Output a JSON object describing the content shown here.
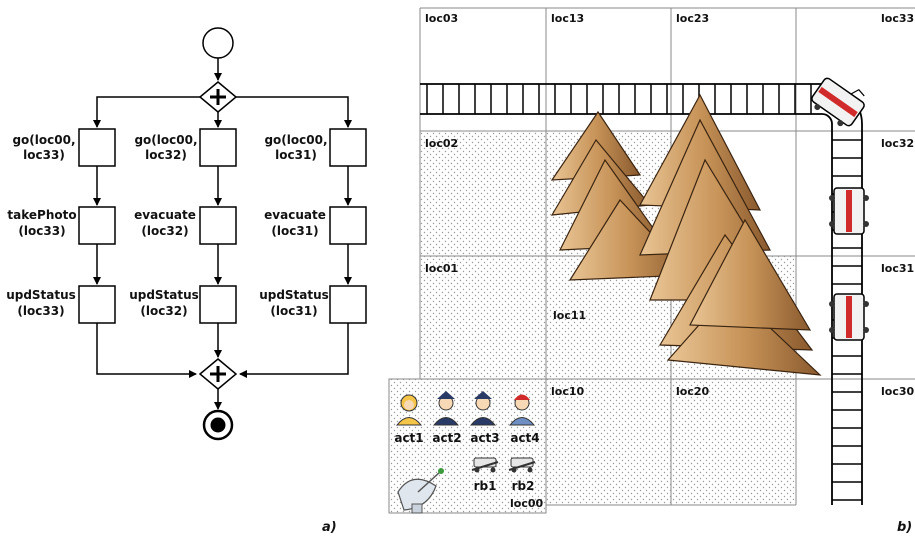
{
  "workflow": {
    "columns": [
      {
        "task1": [
          "go(loc00,",
          "loc33)"
        ],
        "task2": [
          "takePhoto",
          "(loc33)"
        ],
        "task3": [
          "updStatus",
          "(loc33)"
        ]
      },
      {
        "task1": [
          "go(loc00,",
          "loc32)"
        ],
        "task2": [
          "evacuate",
          "(loc32)"
        ],
        "task3": [
          "updStatus",
          "(loc32)"
        ]
      },
      {
        "task1": [
          "go(loc00,",
          "loc31)"
        ],
        "task2": [
          "evacuate",
          "(loc31)"
        ],
        "task3": [
          "updStatus",
          "(loc31)"
        ]
      }
    ],
    "caption": "a)"
  },
  "map": {
    "cells": {
      "loc03": "loc03",
      "loc13": "loc13",
      "loc23": "loc23",
      "loc33": "loc33",
      "loc02": "loc02",
      "loc32": "loc32",
      "loc01": "loc01",
      "loc11": "loc11",
      "loc31": "loc31",
      "loc10": "loc10",
      "loc20": "loc20",
      "loc30": "loc30",
      "loc00": "loc00"
    },
    "actors": [
      "act1",
      "act2",
      "act3",
      "act4"
    ],
    "robots": [
      "rb1",
      "rb2"
    ],
    "caption": "b)"
  }
}
